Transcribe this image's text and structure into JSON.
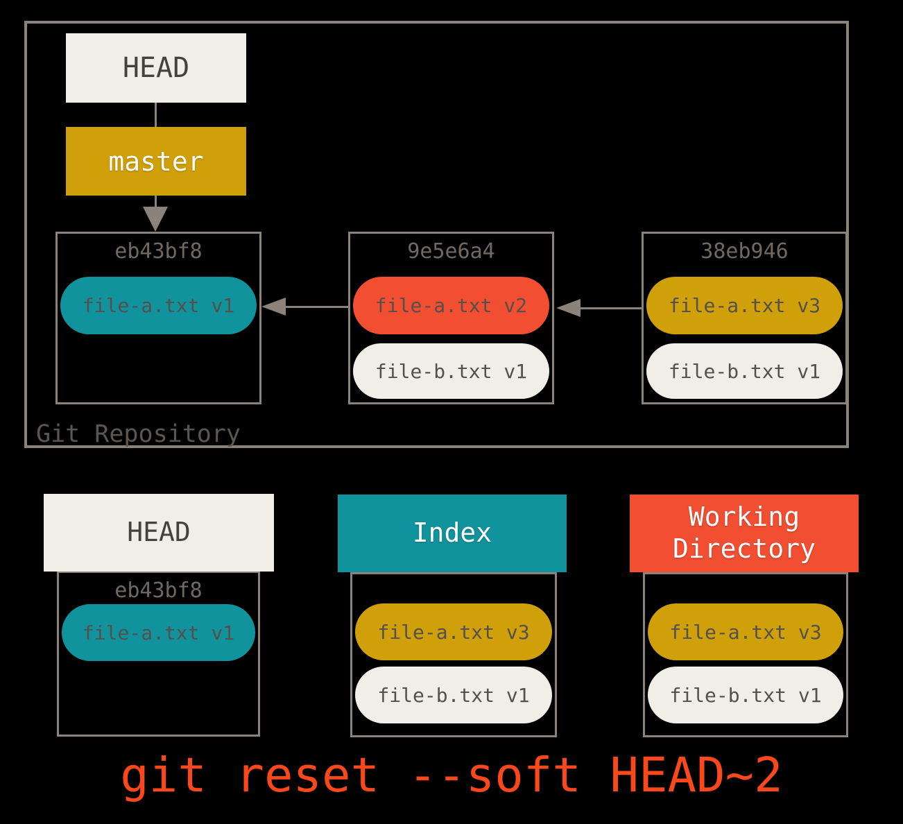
{
  "colors": {
    "background": "#000000",
    "cream": "#F0EEE6",
    "gold": "#D0A00A",
    "teal": "#10939C",
    "red": "#F14E32",
    "caption_orange": "#F8481C",
    "line": "#8B8279",
    "ink_dark": "#46413C",
    "ink_gray": "#55504B",
    "hash_gray": "#6F6962",
    "label_gray": "#5C5650",
    "white": "#FFFFFF"
  },
  "repo": {
    "label": "Git Repository",
    "head_ref": "HEAD",
    "branch_ref": "master",
    "commits": [
      {
        "hash": "eb43bf8",
        "files": [
          "file-a.txt v1"
        ]
      },
      {
        "hash": "9e5e6a4",
        "files": [
          "file-a.txt v2",
          "file-b.txt v1"
        ]
      },
      {
        "hash": "38eb946",
        "files": [
          "file-a.txt v3",
          "file-b.txt v1"
        ]
      }
    ]
  },
  "areas": {
    "head": {
      "title": "HEAD",
      "hash": "eb43bf8",
      "files": [
        "file-a.txt v1"
      ]
    },
    "index": {
      "title": "Index",
      "files": [
        "file-a.txt v3",
        "file-b.txt v1"
      ]
    },
    "working": {
      "title": "Working Directory",
      "files": [
        "file-a.txt v3",
        "file-b.txt v1"
      ]
    }
  },
  "caption": "git reset --soft HEAD~2"
}
